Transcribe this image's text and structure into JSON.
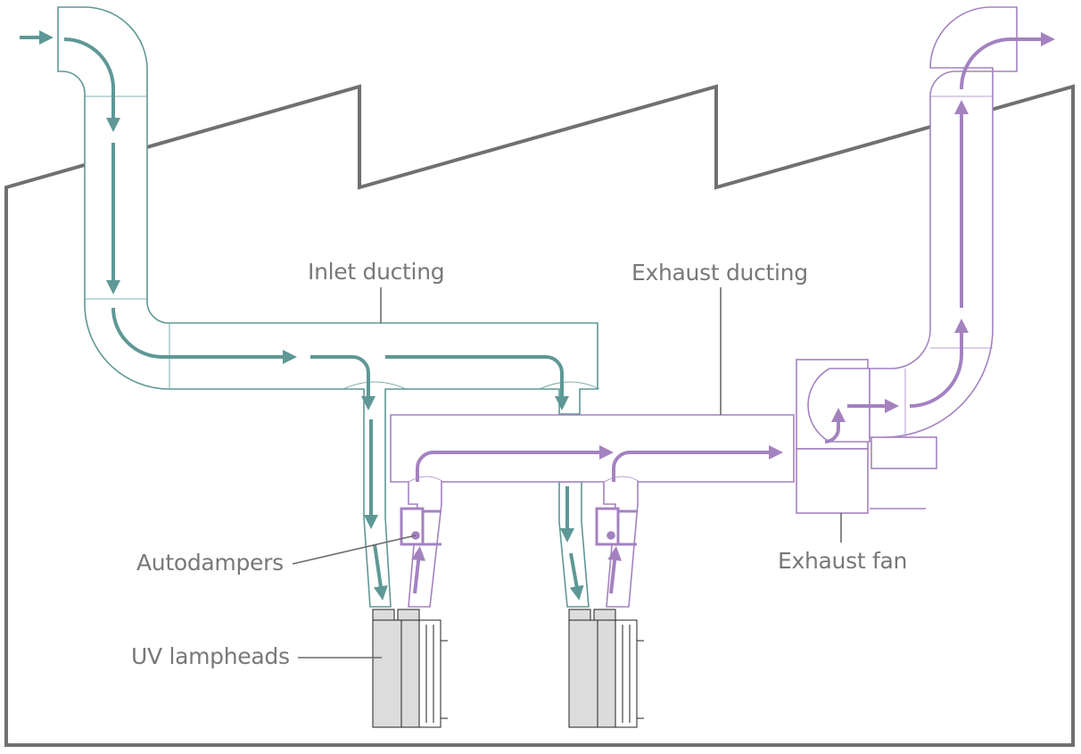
{
  "labels": {
    "inlet": "Inlet ducting",
    "exhaust": "Exhaust ducting",
    "autodampers": "Autodampers",
    "lampheads": "UV lampheads",
    "fan": "Exhaust fan"
  },
  "colors": {
    "inlet": "#5e9896",
    "exhaust": "#a482c0",
    "building": "#707070",
    "label": "#787878",
    "lamphead": "#dcdcdc"
  }
}
